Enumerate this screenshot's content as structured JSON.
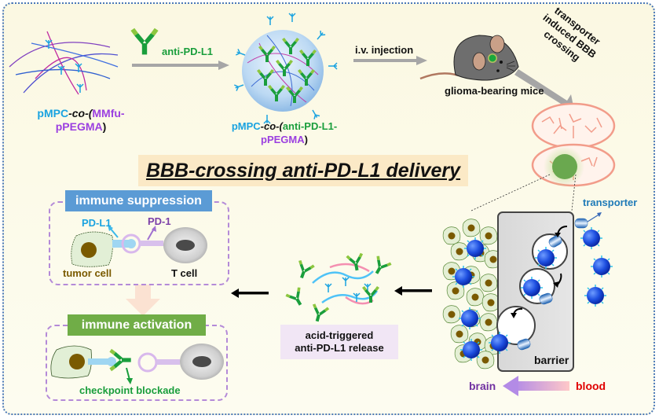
{
  "polymer": {
    "label_line1_part1": "pMPC",
    "label_line1_part2": "-co-(",
    "label_line1_part3": "MMfu-",
    "label_line2_part1": "pPEGMA",
    "label_line2_part2": ")"
  },
  "antibody_step": {
    "label": "anti-PD-L1"
  },
  "nanocapsule": {
    "label_line1_part1": "pMPC",
    "label_line1_part2": "-co-(",
    "label_line1_part3": "anti-PD-L1-",
    "label_line2_part1": "pPEGMA",
    "label_line2_part2": ")"
  },
  "injection": {
    "label": "i.v. injection"
  },
  "mouse": {
    "label": "glioma-bearing mice"
  },
  "bbb_crossing": {
    "line1": "transporter",
    "line2": "induced BBB",
    "line3": "crossing"
  },
  "title": {
    "text": "BBB-crossing anti-PD-L1 delivery"
  },
  "immune_suppression": {
    "header": "immune suppression",
    "pdl1_label": "PD-L1",
    "pd1_label": "PD-1",
    "tumor_cell_label": "tumor cell",
    "t_cell_label": "T cell"
  },
  "immune_activation": {
    "header": "immune activation",
    "blockade_label": "checkpoint blockade"
  },
  "release": {
    "line1": "acid-triggered",
    "line2": "anti-PD-L1 release"
  },
  "barrier": {
    "transporter_label": "transporter",
    "barrier_label": "barrier",
    "brain_label": "brain",
    "blood_label": "blood"
  },
  "colors": {
    "pmpc_blue": "#1aa3e0",
    "pegma_purple": "#9b3fe0",
    "antibody_green": "#1a9e3c",
    "suppression_header": "#5b9bd5",
    "activation_header": "#70ad47",
    "tumor_brown": "#7a5a00",
    "pd1_purple": "#7b3fa8",
    "transporter_blue": "#1f7ab8",
    "blood_red": "#e00000",
    "brain_purple": "#7030a0"
  }
}
